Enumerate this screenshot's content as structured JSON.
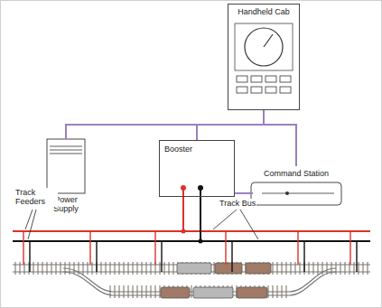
{
  "diagram": {
    "nodes": [
      {
        "text": [
          "Handheld Cab"
        ]
      },
      {
        "text": [
          "Power Supply"
        ]
      },
      {
        "text": [
          "Booster"
        ]
      },
      {
        "text": [
          "Command Station"
        ]
      }
    ],
    "edges": [
      {
        "from": 0,
        "to": 1,
        "arrow": "none"
      },
      {
        "from": 0,
        "to": 2,
        "arrow": "none"
      },
      {
        "from": 0,
        "to": 3,
        "arrow": "none"
      },
      {
        "from": 2,
        "to": 3,
        "arrow": "none"
      }
    ],
    "labels": [
      "Track Bus",
      "Track Feeders"
    ]
  }
}
